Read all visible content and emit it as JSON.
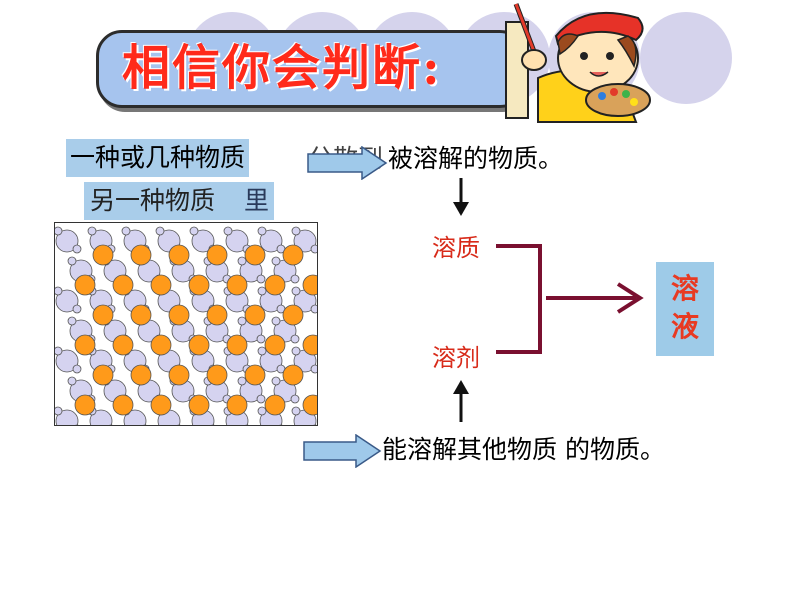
{
  "title": "相信你会判断:",
  "sentence1": {
    "part_a": "一种或几种物质",
    "part_b_overlap": "分散到",
    "part_c": "被溶解的物质。"
  },
  "another_label": {
    "overlap_text": "另一种物质",
    "suffix": "里"
  },
  "terms": {
    "solute": "溶质",
    "solvent": "溶剂",
    "solution_char1": "溶",
    "solution_char2": "液"
  },
  "sentence2": "能溶解其他物质 的物质。",
  "colors": {
    "title_red": "#ff2a1a",
    "label_blue": "#a9cdea",
    "bracket_maroon": "#7a1030",
    "particle_orange": "#ff9a1a",
    "particle_lilac": "#d5d3f0"
  },
  "icons": {
    "cartoon": "painter-girl-icon"
  }
}
